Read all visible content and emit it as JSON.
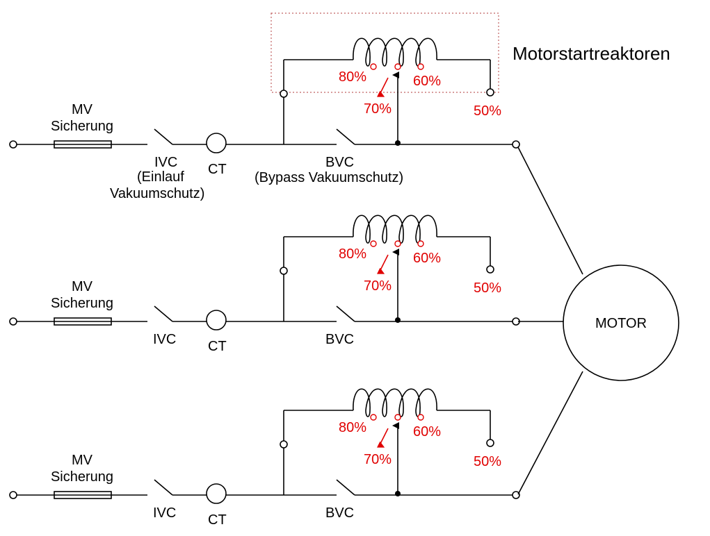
{
  "title": "Motorstartreaktoren",
  "motor_label": "MOTOR",
  "colors": {
    "line": "#000000",
    "tap": "#e00000",
    "enclosure": "#c06060"
  },
  "phases": [
    {
      "fuse_label": [
        "MV",
        "Sicherung"
      ],
      "ivc_label": [
        "IVC",
        "(Einlauf",
        "Vakuumschutz)"
      ],
      "ct_label": "CT",
      "bvc_label": [
        "BVC",
        "(Bypass Vakuumschutz)"
      ],
      "taps": {
        "t80": "80%",
        "t70": "70%",
        "t60": "60%",
        "t50": "50%"
      }
    },
    {
      "fuse_label": [
        "MV",
        "Sicherung"
      ],
      "ivc_label": [
        "IVC"
      ],
      "ct_label": "CT",
      "bvc_label": [
        "BVC"
      ],
      "taps": {
        "t80": "80%",
        "t70": "70%",
        "t60": "60%",
        "t50": "50%"
      }
    },
    {
      "fuse_label": [
        "MV",
        "Sicherung"
      ],
      "ivc_label": [
        "IVC"
      ],
      "ct_label": "CT",
      "bvc_label": [
        "BVC"
      ],
      "taps": {
        "t80": "80%",
        "t70": "70%",
        "t60": "60%",
        "t50": "50%"
      }
    }
  ]
}
